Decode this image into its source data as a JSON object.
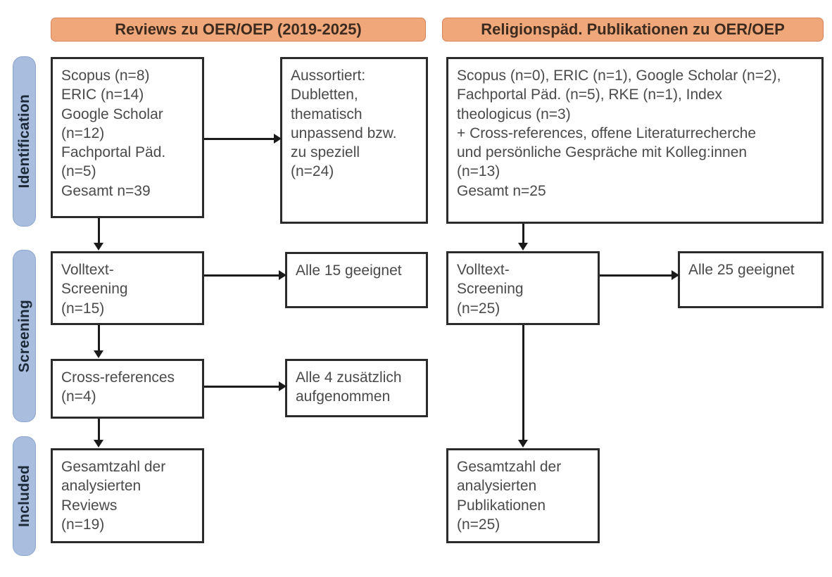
{
  "figure": {
    "type": "prisma-flow-diagram",
    "accent_orange": "#f0a87b",
    "accent_blue": "#a9bdde",
    "box_border": "#2b2b2b"
  },
  "phases": [
    {
      "label": "Identification"
    },
    {
      "label": "Screening"
    },
    {
      "label": "Included"
    }
  ],
  "columns": [
    {
      "header": "Reviews zu OER/OEP (2019-2025)"
    },
    {
      "header": "Religionspäd. Publikationen zu OER/OEP"
    }
  ],
  "left_column": {
    "identification_sources": {
      "lines": [
        "Scopus (n=8)",
        "ERIC (n=14)",
        "Google Scholar",
        "(n=12)",
        "Fachportal Päd.",
        "(n=5)",
        "Gesamt n=39"
      ]
    },
    "excluded": {
      "lines": [
        "Aussortiert:",
        "Dubletten,",
        "thematisch",
        "unpassend bzw.",
        "zu speziell",
        "(n=24)"
      ]
    },
    "fulltext_screening": {
      "lines": [
        "Volltext-",
        "Screening",
        "(n=15)"
      ]
    },
    "fulltext_result": {
      "lines": [
        "Alle 15 geeignet"
      ]
    },
    "cross_references": {
      "lines": [
        "Cross-references",
        "(n=4)"
      ]
    },
    "cross_references_result": {
      "lines": [
        "Alle 4 zusätzlich",
        "aufgenommen"
      ]
    },
    "included_total": {
      "lines": [
        "Gesamtzahl der",
        "analysierten",
        "Reviews",
        "(n=19)"
      ]
    }
  },
  "right_column": {
    "identification_sources": {
      "lines": [
        "Scopus (n=0), ERIC (n=1), Google Scholar (n=2),",
        "Fachportal Päd. (n=5), RKE (n=1), Index",
        "theologicus (n=3)",
        "+ Cross-references, offene Literaturrecherche",
        "und persönliche Gespräche mit Kolleg:innen",
        "(n=13)",
        "Gesamt n=25"
      ]
    },
    "fulltext_screening": {
      "lines": [
        "Volltext-",
        "Screening",
        "(n=25)"
      ]
    },
    "fulltext_result": {
      "lines": [
        "Alle 25 geeignet"
      ]
    },
    "included_total": {
      "lines": [
        "Gesamtzahl der",
        "analysierten",
        "Publikationen",
        "(n=25)"
      ]
    }
  }
}
